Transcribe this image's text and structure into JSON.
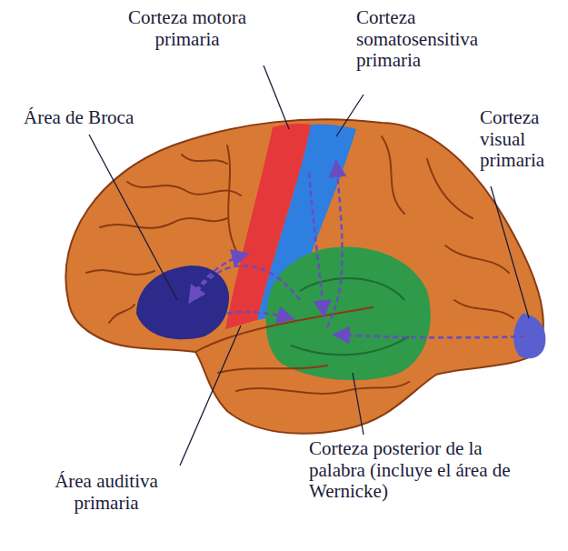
{
  "diagram": {
    "labels": [
      "Corteza motora primaria",
      "Corteza somatosensitiva primaria",
      "Área de Broca",
      "Corteza visual primaria",
      "Corteza posterior de la palabra (incluye el área de Wernicke)",
      "Área auditiva primaria"
    ]
  }
}
